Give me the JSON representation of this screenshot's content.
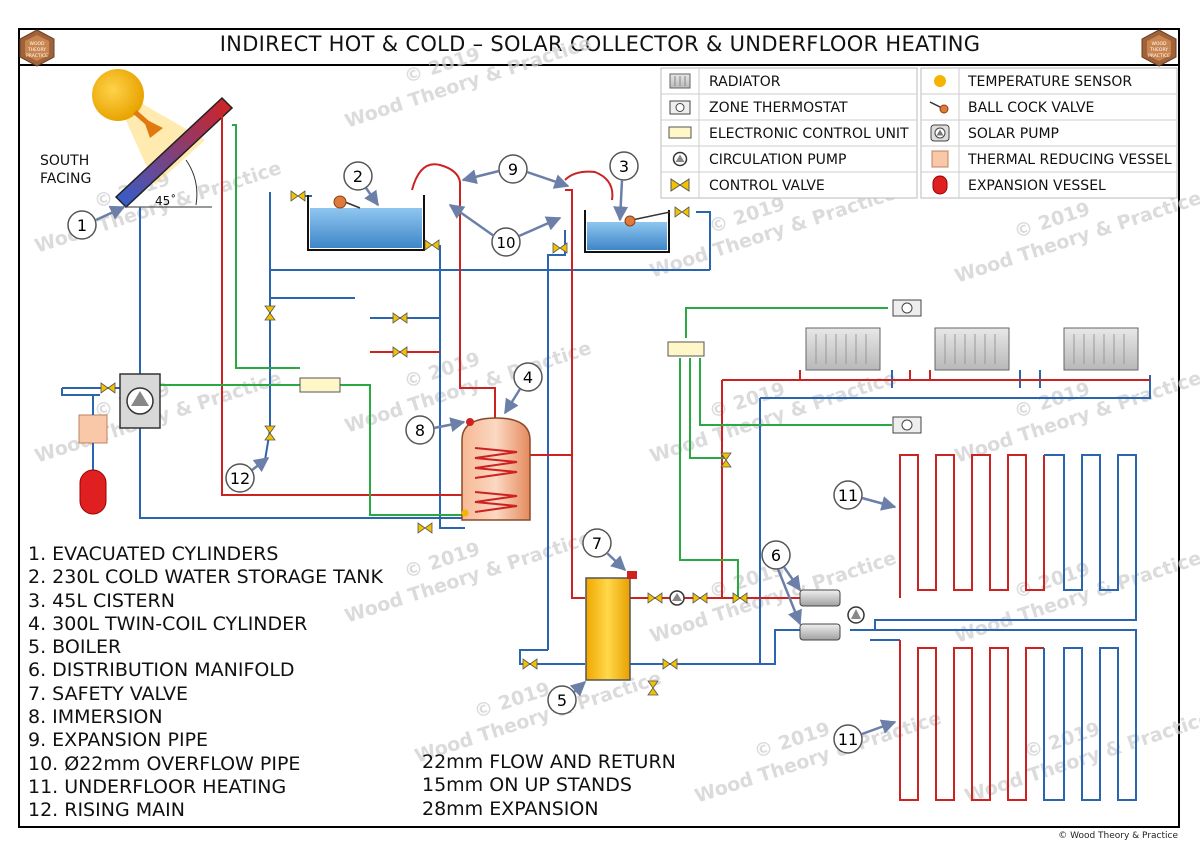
{
  "title": "INDIRECT HOT & COLD – SOLAR COLLECTOR & UNDERFLOOR HEATING",
  "south_facing": [
    "SOUTH",
    "FACING"
  ],
  "angle": "45˚",
  "legend_left": [
    {
      "icon": "radiator",
      "label": "RADIATOR"
    },
    {
      "icon": "zone-thermostat",
      "label": "ZONE THERMOSTAT"
    },
    {
      "icon": "ecu",
      "label": "ELECTRONIC CONTROL UNIT"
    },
    {
      "icon": "circulation-pump",
      "label": "CIRCULATION PUMP"
    },
    {
      "icon": "control-valve",
      "label": "CONTROL VALVE"
    }
  ],
  "legend_right": [
    {
      "icon": "temperature-sensor",
      "label": "TEMPERATURE SENSOR"
    },
    {
      "icon": "ball-cock-valve",
      "label": "BALL COCK VALVE"
    },
    {
      "icon": "solar-pump",
      "label": "SOLAR PUMP"
    },
    {
      "icon": "thermal-reducing-vessel",
      "label": "THERMAL REDUCING VESSEL"
    },
    {
      "icon": "expansion-vessel",
      "label": "EXPANSION VESSEL"
    }
  ],
  "components": [
    "1. EVACUATED CYLINDERS",
    "2. 230L COLD WATER STORAGE TANK",
    "3. 45L CISTERN",
    "4. 300L TWIN-COIL CYLINDER",
    "5. BOILER",
    "6. DISTRIBUTION MANIFOLD",
    "7. SAFETY VALVE",
    "8. IMMERSION",
    "9. EXPANSION PIPE",
    "10. Ø22mm OVERFLOW PIPE",
    "11. UNDERFLOOR HEATING",
    "12. RISING MAIN"
  ],
  "pipe_sizes": [
    "22mm FLOW AND RETURN",
    "15mm ON UP STANDS",
    "28mm EXPANSION"
  ],
  "callouts": [
    "1",
    "2",
    "3",
    "4",
    "5",
    "6",
    "7",
    "8",
    "9",
    "10",
    "11",
    "11",
    "12"
  ],
  "watermark": [
    "© 2019",
    "Wood Theory & Practice"
  ],
  "copyright": "© Wood Theory & Practice",
  "logo_text": [
    "WOOD",
    "THEORY",
    "PRACTICE"
  ],
  "colors": {
    "hot": "#cc2222",
    "cold": "#2a66b0",
    "solar": "#2aa842",
    "tank": "#5aa0d8",
    "boiler": "#f5b800",
    "cylinder": "#e89066"
  }
}
